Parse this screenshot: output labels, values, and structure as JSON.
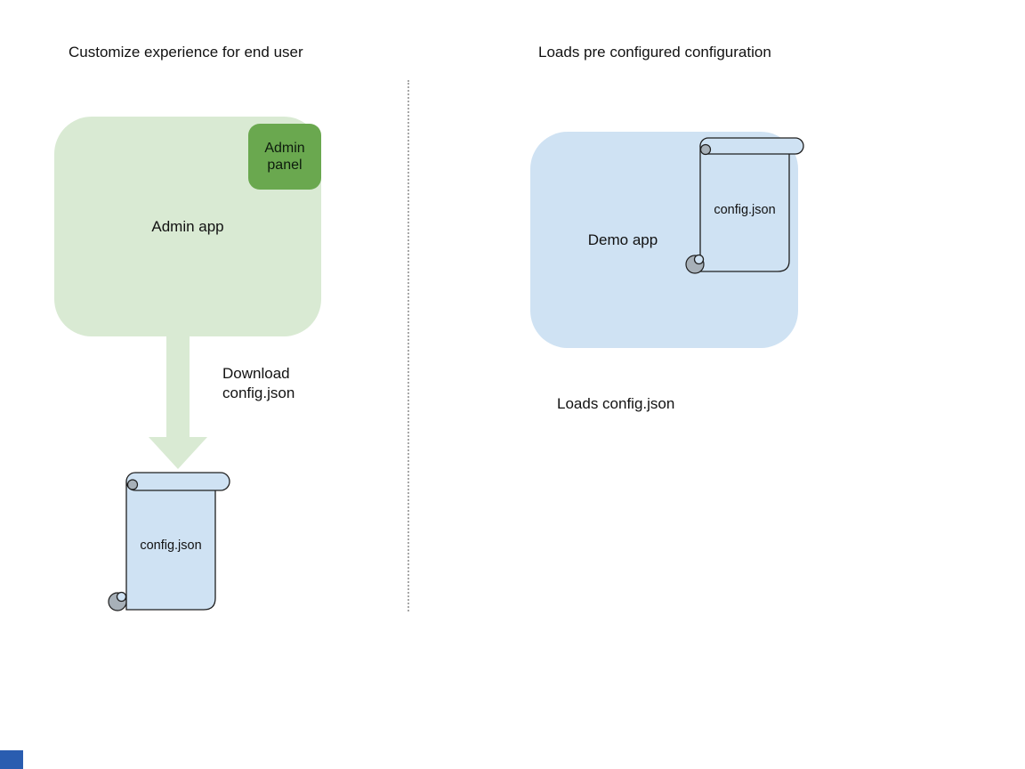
{
  "colors": {
    "light_green": "#d9ead3",
    "green": "#6aa84f",
    "light_blue": "#cfe2f3",
    "outline": "#1f1f1f",
    "curl_gray": "#a7b0b8",
    "divider_gray": "#a8a8a8",
    "text": "#121212",
    "corner_blue": "#2a5db0"
  },
  "left_section": {
    "heading": "Customize experience for end user",
    "admin_app_label": "Admin app",
    "admin_panel_label": "Admin\npanel",
    "arrow_caption": "Download\nconfig.json",
    "config_file_label": "config.json"
  },
  "right_section": {
    "heading": "Loads pre configured configuration",
    "demo_app_label": "Demo app",
    "config_file_label": "config.json",
    "caption": "Loads config.json"
  }
}
